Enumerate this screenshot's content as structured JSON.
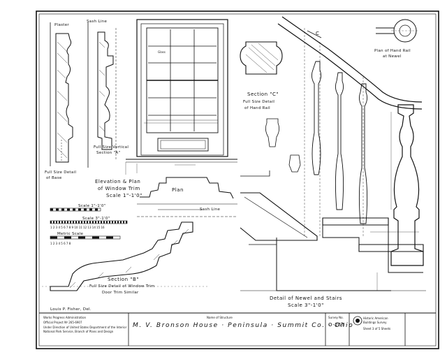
{
  "notes": {
    "plaster": "Plaster",
    "sash_line_top": "Sash Line",
    "glass": "Glass",
    "section_c_title": "Section \"C\"",
    "section_c_sub1": "Full Size Detail",
    "section_c_sub2": "of Hand Rail",
    "plan_hand_rail_1": "Plan of Hand Rail",
    "plan_hand_rail_2": "at Newel",
    "full_size_vertical_1": "Full Size Vertical",
    "full_size_vertical_2": "Section \"A\"",
    "full_size_base_1": "Full Size Detail",
    "full_size_base_2": "of Base",
    "elev_plan_1": "Elevation & Plan",
    "elev_plan_2": "of Window Trim",
    "elev_plan_3": "Scale 1\"-1'0\"",
    "plan": "Plan",
    "sash_line_mid": "Sash Line",
    "scale_1": "Scale 1\"-1'0\"",
    "scale_3": "Scale 3\"-1'0\"",
    "metric_scale": "Metric Scale",
    "section_b_1": "Section \"B\"",
    "section_b_2": "Full Size Detail of Window Trim",
    "section_b_3": "Door Trim Similar",
    "newel_1": "Detail of Newel and Stairs",
    "newel_2": "Scale 3\"-1'0\"",
    "delineator": "Louis P. Fisher, Del.",
    "c_marker": "C"
  },
  "title_block": {
    "agency_1": "Works Progress Administration",
    "agency_2": "Official Project Nº 265-6907",
    "agency_3": "Under Direction of United States Department of the Interior",
    "agency_4": "National Park Service, Branch of Plans and Design",
    "structure_caption": "Name of Structure",
    "title": "M. V. Bronson House · Peninsula · Summit Co. · Ohio",
    "survey_no_label": "Survey No.",
    "survey_no": "O-267",
    "habs_1": "Historic American",
    "habs_2": "Buildings Survey",
    "sheet": "Sheet 3 of 5 Sheets"
  }
}
